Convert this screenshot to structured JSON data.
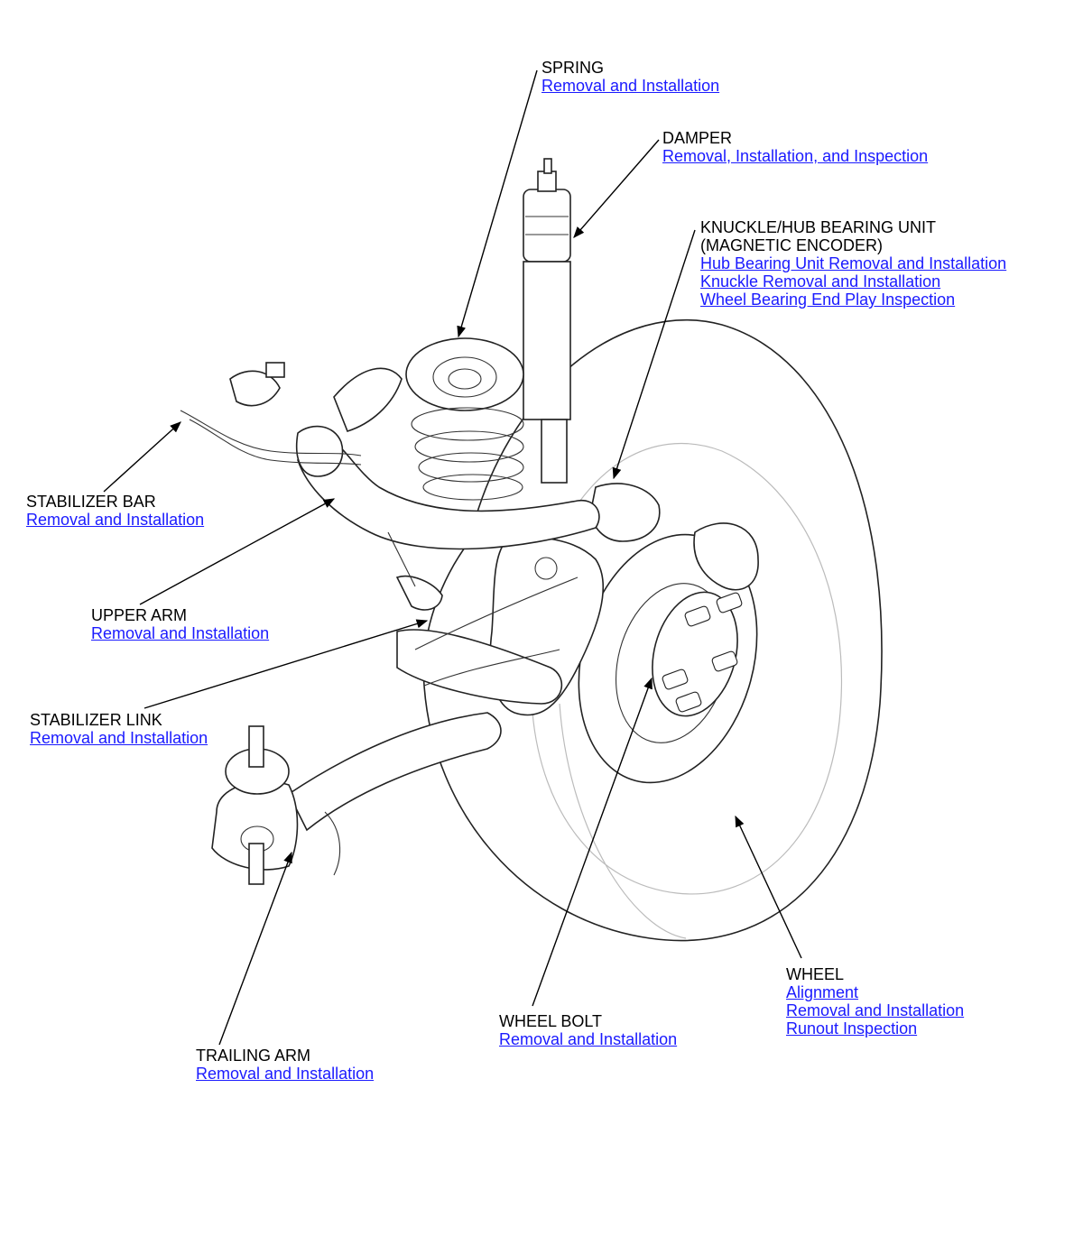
{
  "callouts": {
    "spring": {
      "title": "SPRING",
      "links": [
        "Removal and Installation"
      ]
    },
    "damper": {
      "title": "DAMPER",
      "links": [
        "Removal, Installation, and Inspection"
      ]
    },
    "knuckle": {
      "title": "KNUCKLE/HUB BEARING UNIT",
      "subtitle": "(MAGNETIC ENCODER)",
      "links": [
        "Hub Bearing Unit Removal and Installation",
        "Knuckle Removal and Installation",
        "Wheel Bearing End Play Inspection"
      ]
    },
    "stabilizer_bar": {
      "title": "STABILIZER BAR",
      "links": [
        "Removal and Installation"
      ]
    },
    "upper_arm": {
      "title": "UPPER ARM",
      "links": [
        "Removal and Installation"
      ]
    },
    "stabilizer_link": {
      "title": "STABILIZER LINK",
      "links": [
        "Removal and Installation"
      ]
    },
    "wheel": {
      "title": "WHEEL",
      "links": [
        "Alignment",
        "Removal and Installation",
        "Runout Inspection"
      ]
    },
    "wheel_bolt": {
      "title": "WHEEL BOLT",
      "links": [
        "Removal and Installation"
      ]
    },
    "trailing_arm": {
      "title": "TRAILING ARM",
      "links": [
        "Removal and Installation"
      ]
    }
  },
  "colors": {
    "link": "#1a1aff",
    "line": "#000000"
  }
}
